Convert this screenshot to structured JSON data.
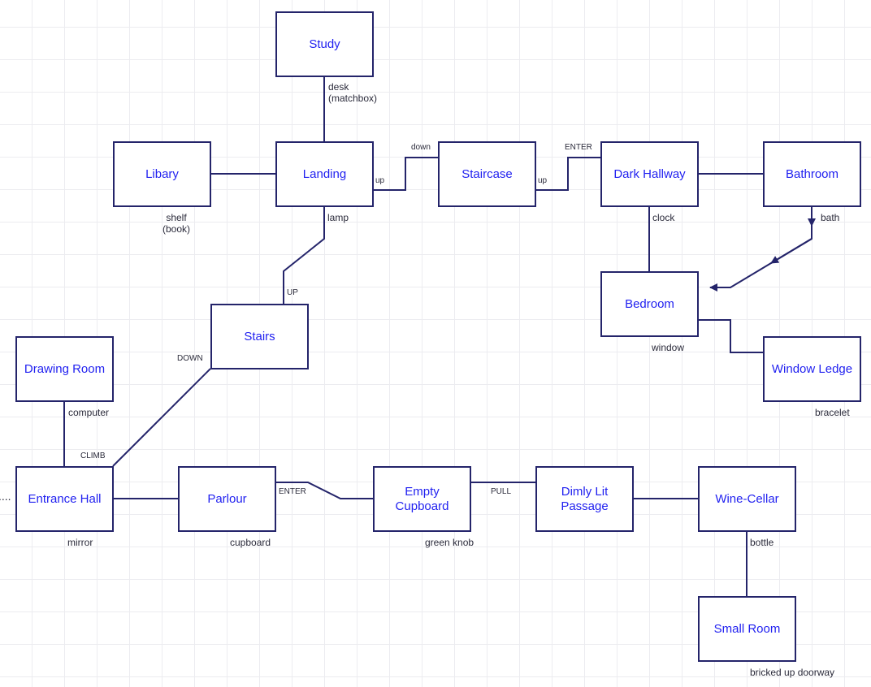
{
  "rooms": {
    "study": "Study",
    "libary": "Libary",
    "landing": "Landing",
    "staircase": "Staircase",
    "dark_hallway": "Dark Hallway",
    "bathroom": "Bathroom",
    "bedroom": "Bedroom",
    "stairs": "Stairs",
    "window_ledge": "Window Ledge",
    "drawing_room": "Drawing Room",
    "entrance_hall": "Entrance Hall",
    "parlour": "Parlour",
    "empty_cupboard": "Empty\nCupboard",
    "dimly_lit_passage": "Dimly Lit\nPassage",
    "wine_cellar": "Wine-Cellar",
    "small_room": "Small Room"
  },
  "notes": {
    "desk_matchbox": "desk\n(matchbox)",
    "shelf_book": "shelf\n(book)",
    "lamp": "lamp",
    "clock": "clock",
    "bath": "bath",
    "window": "window",
    "bracelet": "bracelet",
    "computer": "computer",
    "mirror": "mirror",
    "cupboard": "cupboard",
    "green_knob": "green knob",
    "bottle": "bottle",
    "bricked_up_doorway": "bricked up doorway"
  },
  "edge_labels": {
    "down": "down",
    "up_landing": "up",
    "up_staircase": "up",
    "enter_hallway": "ENTER",
    "up_stairs": "UP",
    "down_stairs": "DOWN",
    "climb": "CLIMB",
    "enter_parlour": "ENTER",
    "pull": "PULL"
  },
  "continuation": "....",
  "colors": {
    "line": "#24246a",
    "room_text": "#1f1ff0",
    "note_text": "#2a2a3a",
    "grid": "#ececf0"
  }
}
